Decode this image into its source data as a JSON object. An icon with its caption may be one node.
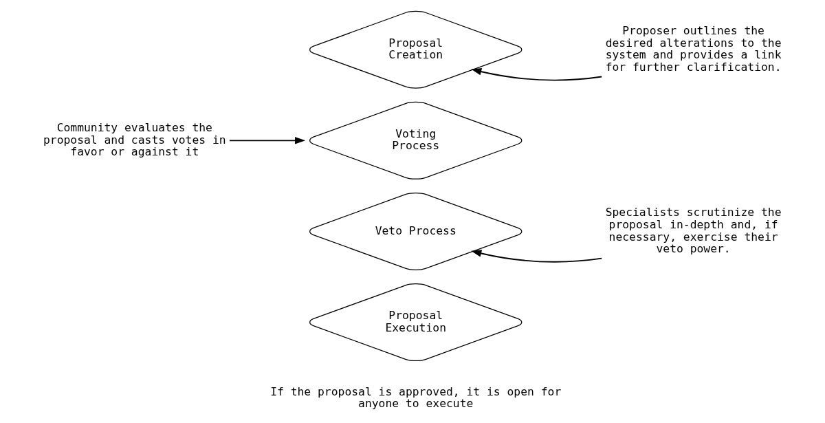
{
  "diagram": {
    "nodes": [
      {
        "text": [
          "Proposal Creation"
        ]
      },
      {
        "text": [
          "Voting Process"
        ]
      },
      {
        "text": [
          "Veto Process"
        ]
      },
      {
        "text": [
          "Proposal Execution"
        ]
      },
      {
        "text": [
          "Proposer outlines the desired alterations to the system and provides a link for further clarification."
        ]
      },
      {
        "text": [
          "Community evaluates the proposal and casts votes in favor or against it"
        ]
      },
      {
        "text": [
          "Specialists scrutinize the proposal in-depth and, if necessary, exercise their veto power."
        ]
      }
    ],
    "edges": [
      {
        "from": 4,
        "to": 0,
        "arrow": "to"
      },
      {
        "from": 5,
        "to": 1,
        "arrow": "to"
      },
      {
        "from": 6,
        "to": 2,
        "arrow": "to"
      }
    ],
    "labels": [
      "If the proposal is approved, it is open for anyone to execute"
    ]
  }
}
